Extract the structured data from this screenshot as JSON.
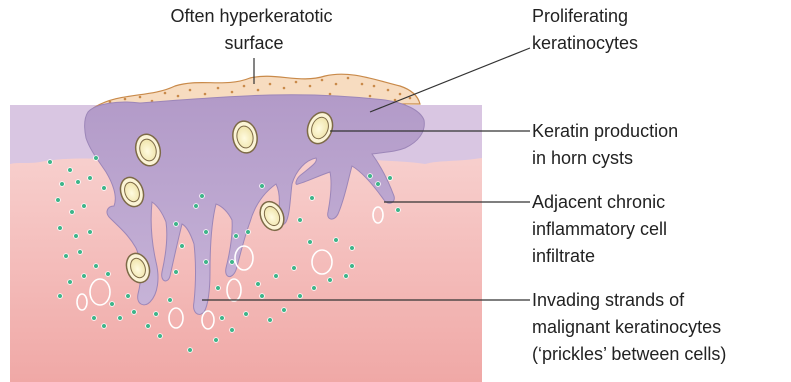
{
  "labels": {
    "surface": [
      "Often hyperkeratotic",
      "surface"
    ],
    "proliferating": [
      "Proliferating",
      "keratinocytes"
    ],
    "keratin": [
      "Keratin production",
      "in horn cysts"
    ],
    "infiltrate": [
      "Adjacent chronic",
      "inflammatory cell",
      "infiltrate"
    ],
    "invading": [
      "Invading strands of",
      "malignant keratinocytes",
      "(‘prickles’ between cells)"
    ]
  },
  "colors": {
    "dermis_top": "#f9d8d6",
    "dermis_bottom": "#f0a8a6",
    "epidermis": "#d9c6e2",
    "tumour": "#b49cc9",
    "tumour_edge": "#9c86b8",
    "keratin_layer": "#f7dcc0",
    "keratin_dots": "#c98a4a",
    "cyst_fill": "#f6efc4",
    "cyst_ring": "#7d6a47",
    "inflammatory_dot": "#3eb489",
    "leader_line": "#333333"
  }
}
